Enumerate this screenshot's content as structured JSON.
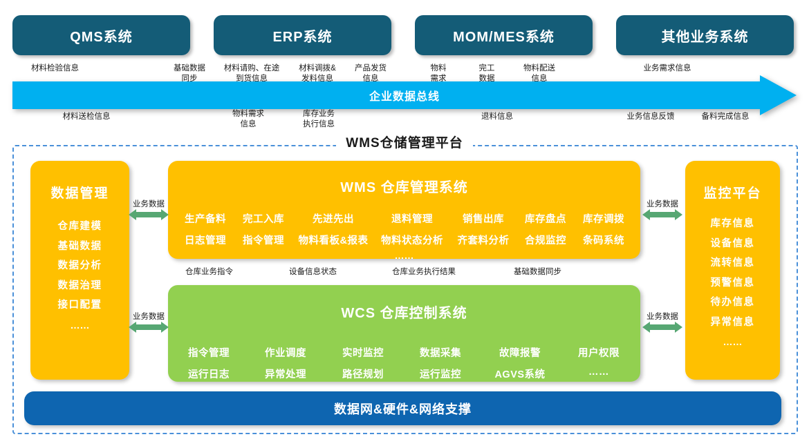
{
  "diagram": {
    "platform_title": "WMS仓储管理平台",
    "bus_label": "企业数据总线",
    "foundation_label": "数据网&硬件&网络支撑"
  },
  "colors": {
    "system_box": "#145C77",
    "bus": "#00B0F0",
    "orange_card": "#FFC000",
    "green_card": "#92D050",
    "blue_card": "#0E65B0",
    "flow_arrow": "#A7C6C9",
    "bi_arrow": "#57A773",
    "dashed_border": "#4A90D9"
  },
  "systems": [
    {
      "label": "QMS系统"
    },
    {
      "label": "ERP系统"
    },
    {
      "label": "MOM/MES系统"
    },
    {
      "label": "其他业务系统"
    }
  ],
  "down_flows": [
    {
      "label": "材料检验信息"
    },
    {
      "label": "基础数据\n同步"
    },
    {
      "label": "材料请购、在途\n到货信息"
    },
    {
      "label": "材料调拨&\n发料信息"
    },
    {
      "label": "产品发货\n信息"
    },
    {
      "label": "物料\n需求"
    },
    {
      "label": "完工\n数据"
    },
    {
      "label": "物料配送\n信息"
    },
    {
      "label": "业务需求信息"
    }
  ],
  "up_flows": [
    {
      "label": "材料送检信息"
    },
    {
      "label": "物料需求\n信息"
    },
    {
      "label": "库存业务\n执行信息"
    },
    {
      "label": "退料信息"
    },
    {
      "label": "业务信息反馈"
    },
    {
      "label": "备料完成信息"
    }
  ],
  "data_management": {
    "title": "数据管理",
    "items": [
      "仓库建模",
      "基础数据",
      "数据分析",
      "数据治理",
      "接口配置"
    ],
    "ellipsis": "……"
  },
  "monitor_platform": {
    "title": "监控平台",
    "items": [
      "库存信息",
      "设备信息",
      "流转信息",
      "预警信息",
      "待办信息",
      "异常信息"
    ],
    "ellipsis": "……"
  },
  "wms": {
    "title": "WMS 仓库管理系统",
    "row1": [
      "生产备料",
      "完工入库",
      "先进先出",
      "退料管理",
      "销售出库",
      "库存盘点",
      "库存调拨"
    ],
    "row2": [
      "日志管理",
      "指令管理",
      "物料看板&报表",
      "物料状态分析",
      "齐套料分析",
      "合规监控",
      "条码系统"
    ],
    "ellipsis": "……"
  },
  "wcs": {
    "title": "WCS 仓库控制系统",
    "row1": [
      "指令管理",
      "作业调度",
      "实时监控",
      "数据采集",
      "故障报警",
      "用户权限"
    ],
    "row2": [
      "运行日志",
      "异常处理",
      "路径规划",
      "运行监控",
      "AGVS系统",
      "……"
    ]
  },
  "internal_flows": {
    "bi_labels": [
      {
        "label": "业务数据"
      },
      {
        "label": "业务数据"
      },
      {
        "label": "业务数据"
      },
      {
        "label": "业务数据"
      }
    ],
    "mid_labels": [
      {
        "label": "仓库业务指令",
        "direction": "down"
      },
      {
        "label": "设备信息状态",
        "direction": "up"
      },
      {
        "label": "仓库业务执行结果",
        "direction": "up"
      },
      {
        "label": "基础数据同步",
        "direction": "down"
      }
    ]
  }
}
